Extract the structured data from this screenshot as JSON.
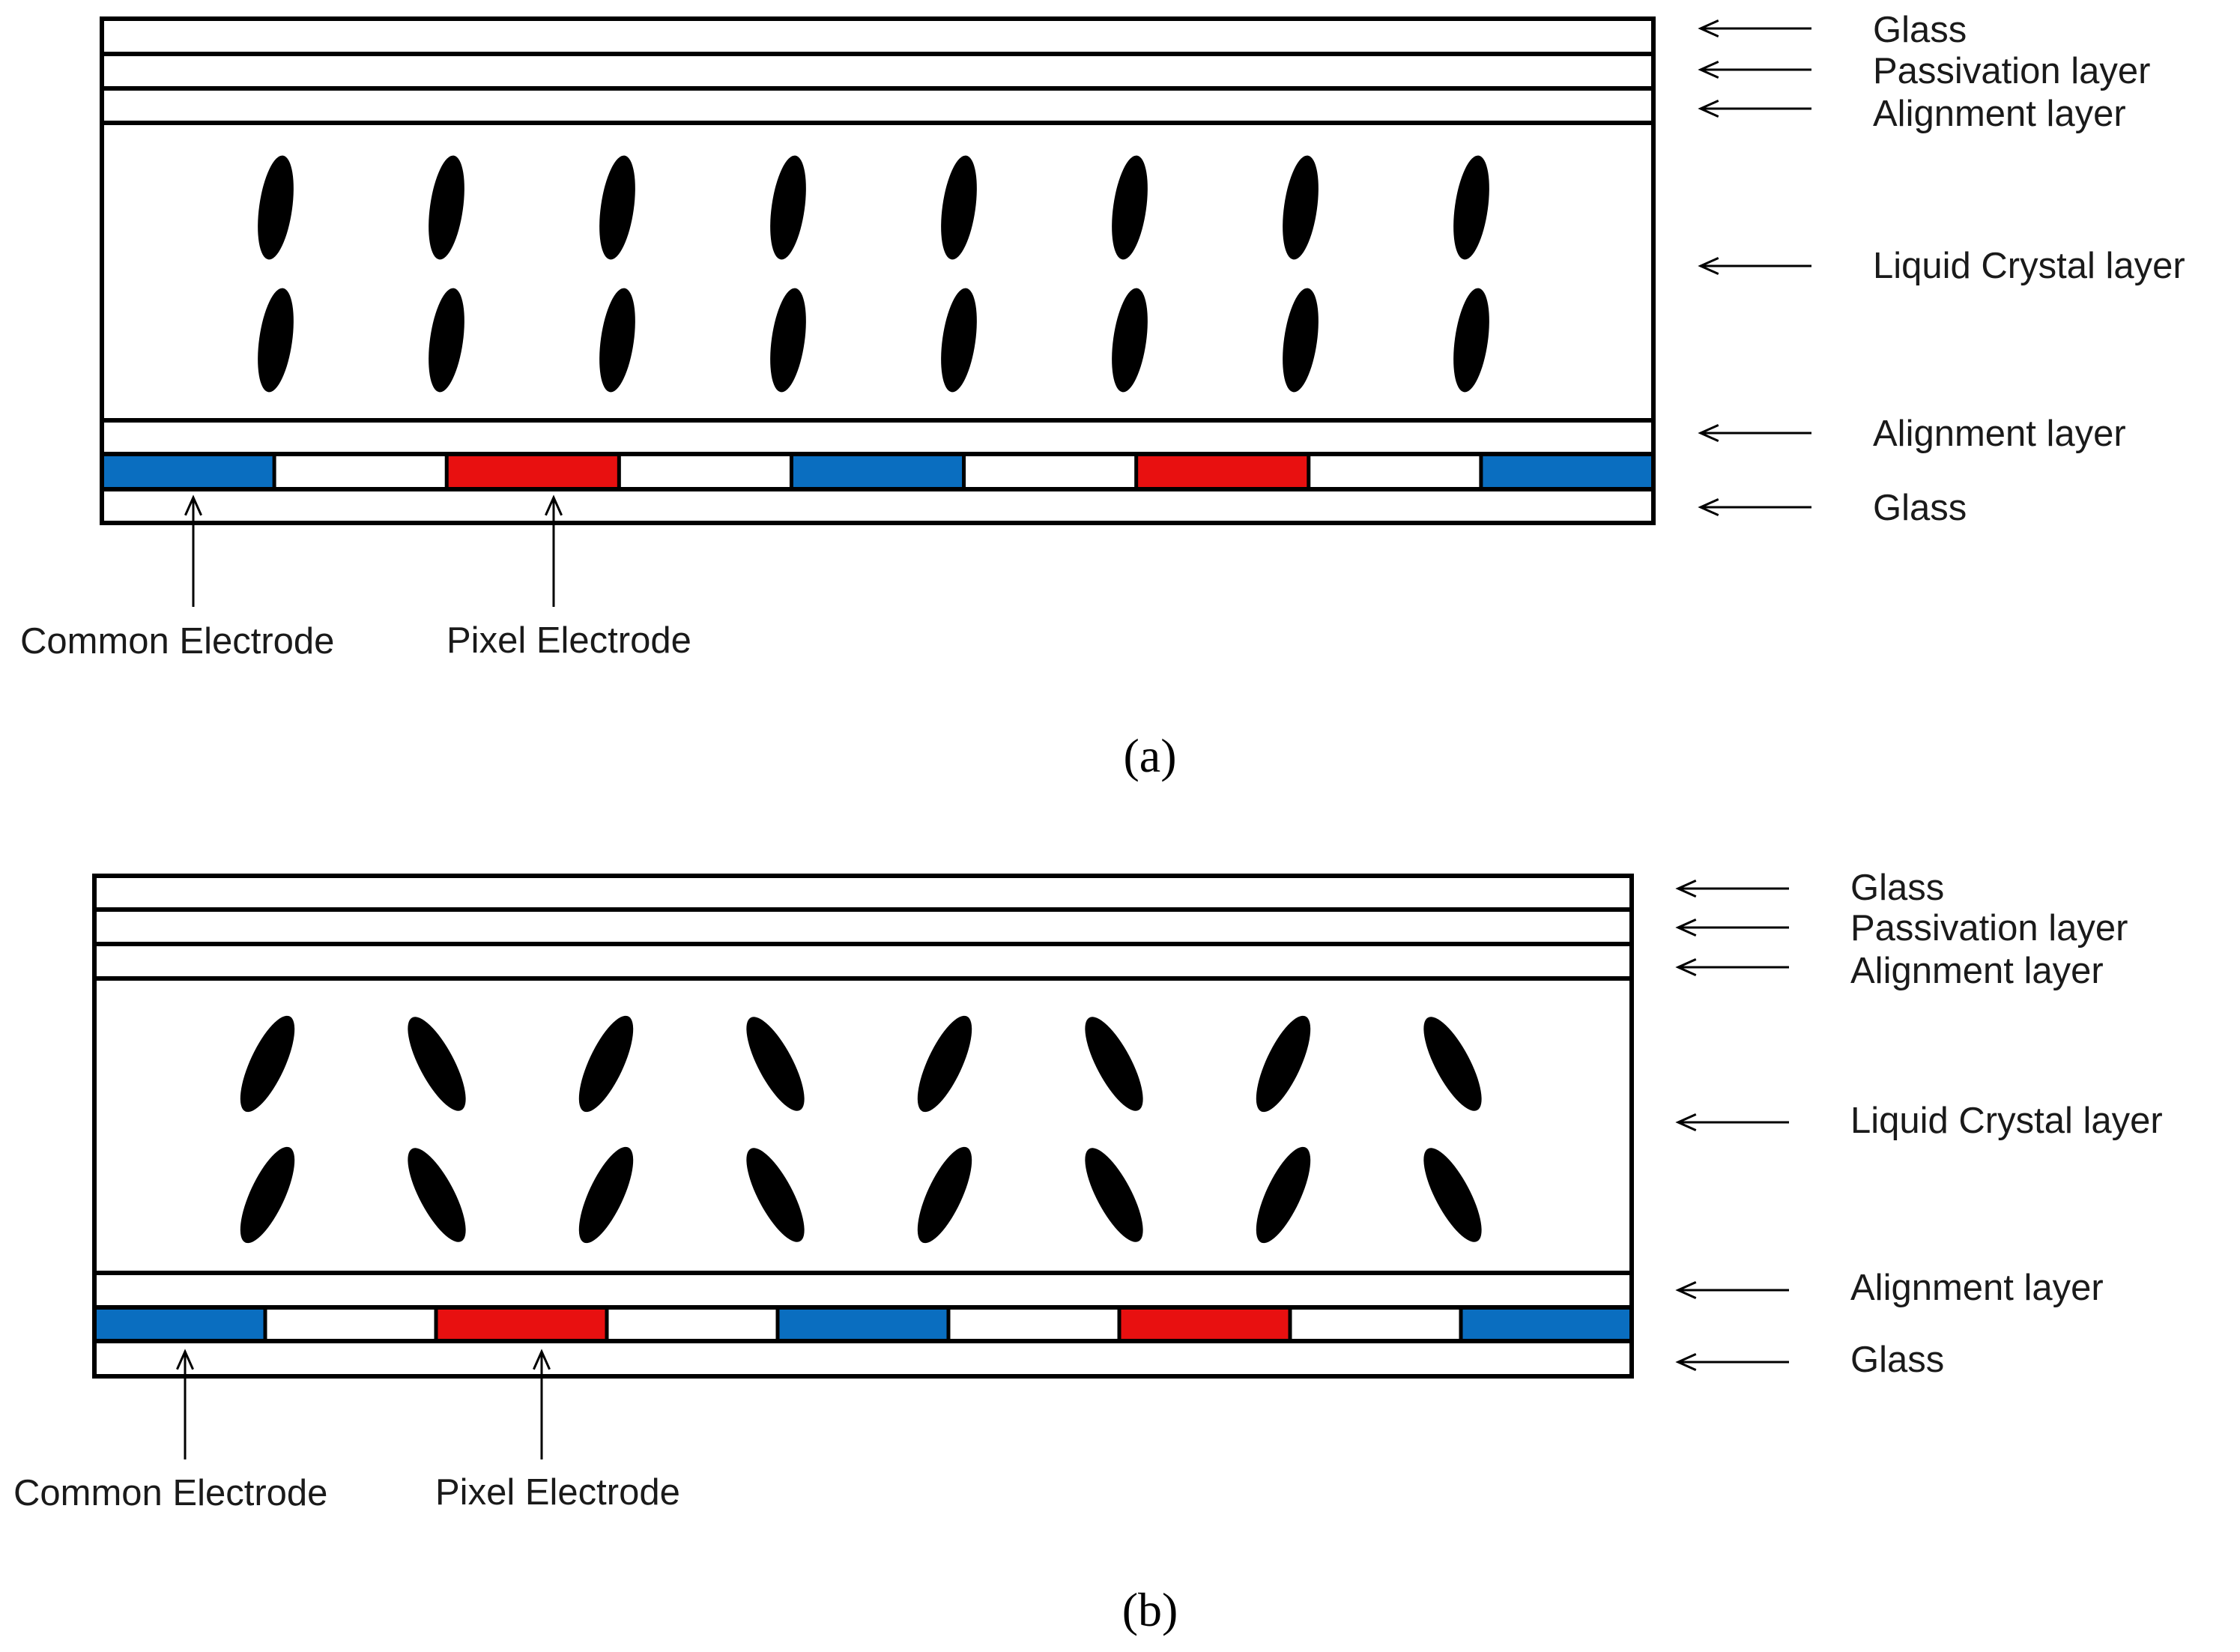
{
  "colors": {
    "common_electrode": "#0a6ec0",
    "pixel_electrode": "#e81010",
    "stroke": "#000000",
    "molecule": "#000000"
  },
  "panels": [
    {
      "id": "a",
      "caption_letter": "a",
      "molecule_state": "vertical",
      "layer_labels": [
        "Glass",
        "Passivation layer",
        "Alignment layer",
        "Liquid Crystal layer",
        "Alignment layer",
        "Glass"
      ],
      "electrode_labels": [
        "Common Electrode",
        "Pixel Electrode"
      ],
      "electrode_sequence": [
        "common",
        "gap",
        "pixel",
        "gap",
        "common",
        "gap",
        "pixel",
        "gap",
        "common"
      ]
    },
    {
      "id": "b",
      "caption_letter": "b",
      "molecule_state": "tilted-alternating",
      "layer_labels": [
        "Glass",
        "Passivation layer",
        "Alignment layer",
        "Liquid Crystal layer",
        "Alignment layer",
        "Glass"
      ],
      "electrode_labels": [
        "Common Electrode",
        "Pixel Electrode"
      ],
      "electrode_sequence": [
        "common",
        "gap",
        "pixel",
        "gap",
        "common",
        "gap",
        "pixel",
        "gap",
        "common"
      ]
    }
  ]
}
